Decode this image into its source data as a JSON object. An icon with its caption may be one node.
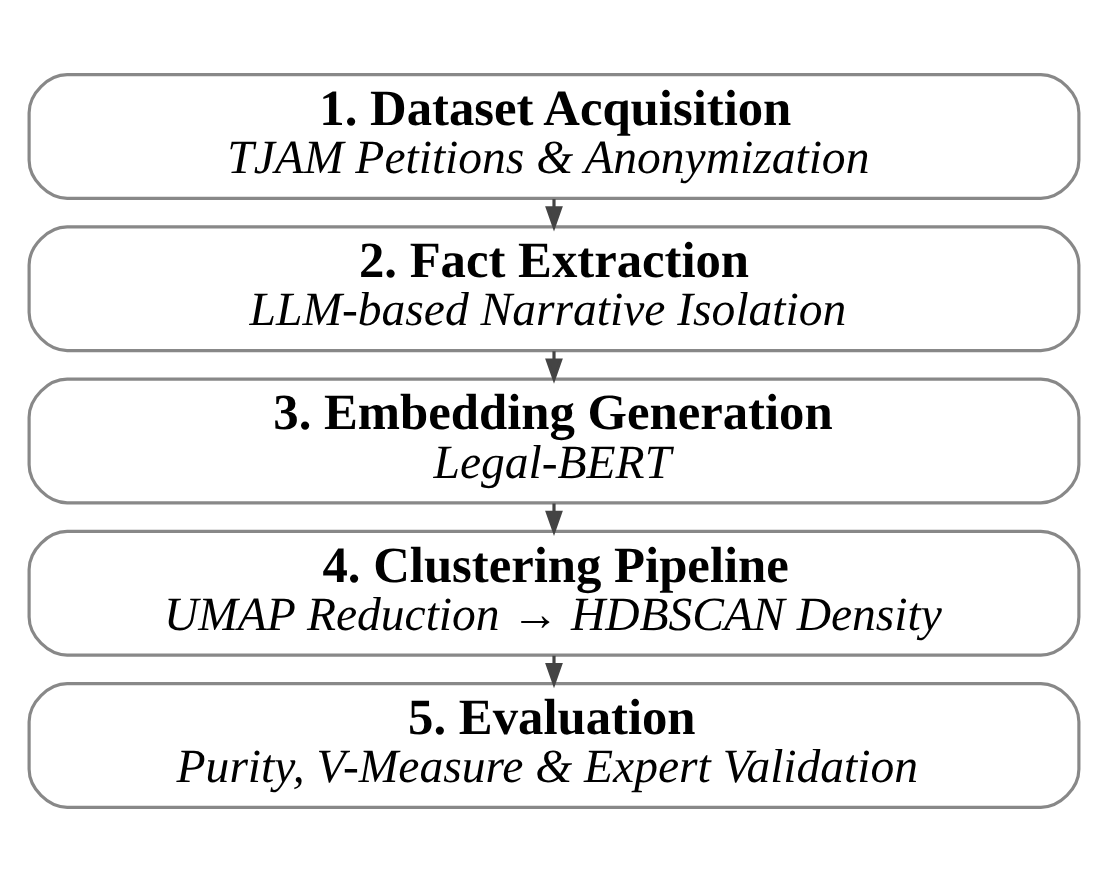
{
  "diagram": {
    "nodes": [
      {
        "text": [
          "1. Dataset Acquisition",
          "TJAM Petitions & Anonymization"
        ]
      },
      {
        "text": [
          "2. Fact Extraction",
          "LLM-based Narrative Isolation"
        ]
      },
      {
        "text": [
          "3. Embedding Generation",
          "Legal-BERT"
        ]
      },
      {
        "text": [
          "4. Clustering Pipeline",
          "UMAP Reduction → HDBSCAN Density"
        ]
      },
      {
        "text": [
          "5. Evaluation",
          "Purity, V-Measure & Expert Validation"
        ]
      }
    ],
    "edges": [
      {
        "from": 0,
        "to": 1,
        "arrow": "to"
      },
      {
        "from": 1,
        "to": 2,
        "arrow": "to"
      },
      {
        "from": 2,
        "to": 3,
        "arrow": "to"
      },
      {
        "from": 3,
        "to": 4,
        "arrow": "to"
      }
    ]
  }
}
